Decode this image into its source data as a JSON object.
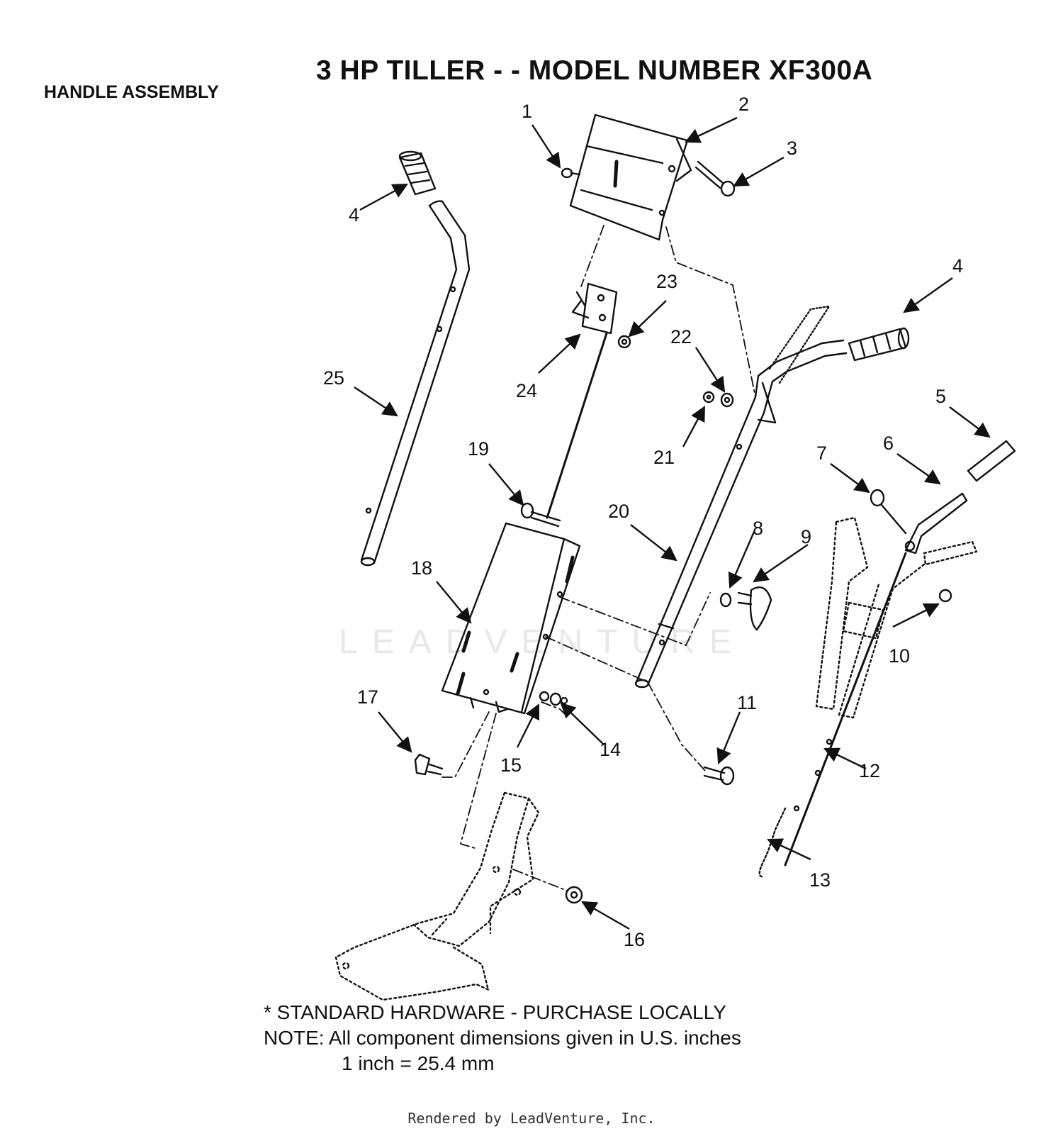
{
  "header": {
    "title": "3 HP TILLER - - MODEL NUMBER XF300A",
    "section": "HANDLE ASSEMBLY"
  },
  "watermark": "LEADVENTURE",
  "callouts": [
    "1",
    "2",
    "3",
    "4",
    "4",
    "5",
    "6",
    "7",
    "8",
    "9",
    "10",
    "11",
    "12",
    "13",
    "14",
    "15",
    "16",
    "17",
    "18",
    "19",
    "20",
    "21",
    "22",
    "23",
    "24",
    "25"
  ],
  "notes": {
    "standard_hardware": "* STANDARD HARDWARE - PURCHASE LOCALLY",
    "note_label": "NOTE:",
    "note_text": "All component dimensions given in U.S. inches",
    "conversion": "1 inch = 25.4 mm"
  },
  "footer": "Rendered by LeadVenture, Inc."
}
